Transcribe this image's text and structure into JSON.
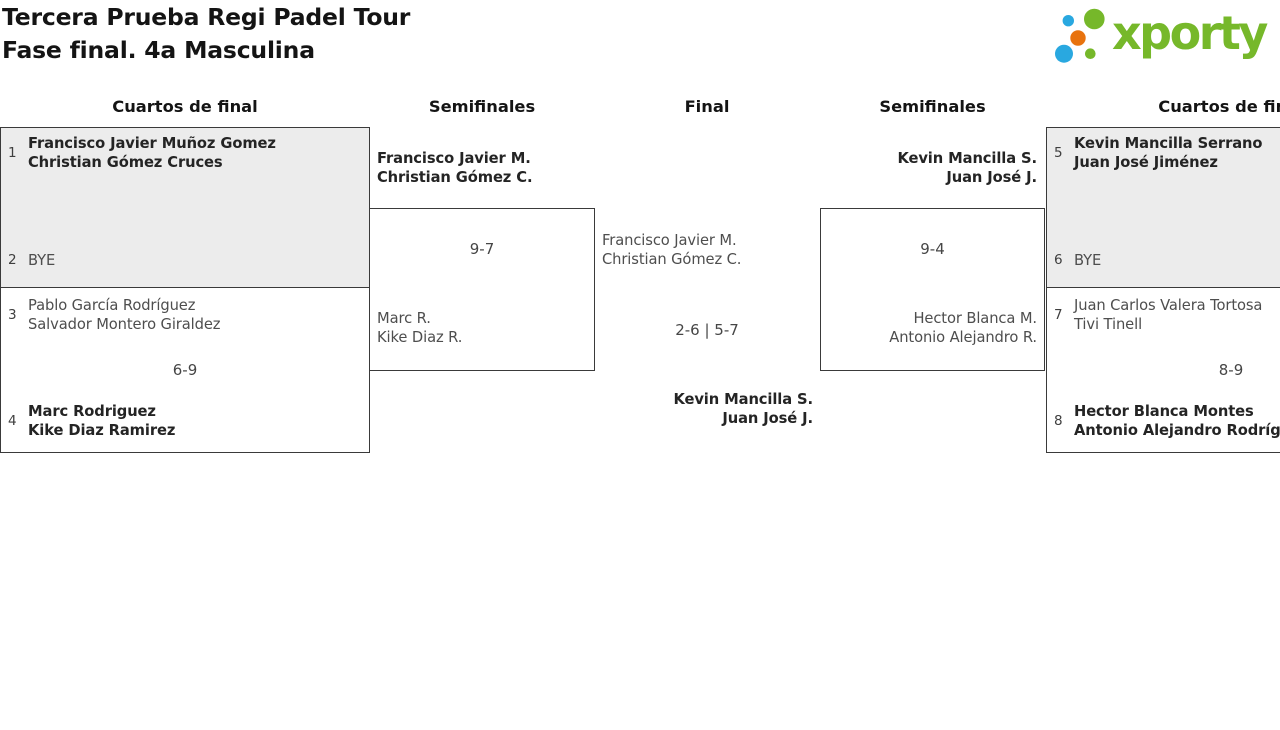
{
  "title": {
    "line1": "Tercera Prueba Regi Padel Tour",
    "line2": "Fase final. 4a Masculina"
  },
  "logo": {
    "wordmark": "xporty",
    "colors": {
      "green": "#76b82a",
      "blue": "#29a8e0",
      "orange": "#e8730e"
    }
  },
  "rounds": [
    "Cuartos de final",
    "Semifinales",
    "Final",
    "Semifinales",
    "Cuartos de final"
  ],
  "matches": {
    "qf_left_1": {
      "seed_a": "1",
      "a1": "Francisco Javier Muñoz Gomez",
      "a2": "Christian Gómez Cruces",
      "seed_b": "2",
      "b1": "BYE",
      "winner": "a"
    },
    "qf_left_2": {
      "seed_a": "3",
      "a1": "Pablo García Rodríguez",
      "a2": "Salvador Montero Giraldez",
      "seed_b": "4",
      "b1": "Marc Rodriguez",
      "b2": "Kike Diaz Ramirez",
      "score": "6-9",
      "winner": "b"
    },
    "sf_left": {
      "a1": "Francisco Javier M.",
      "a2": "Christian Gómez C.",
      "b1": "Marc R.",
      "b2": "Kike Diaz R.",
      "score": "9-7",
      "winner": "a"
    },
    "final": {
      "a1": "Francisco Javier M.",
      "a2": "Christian Gómez C.",
      "b1": "Kevin Mancilla S.",
      "b2": "Juan José J.",
      "score": "2-6 | 5-7",
      "winner": "b"
    },
    "sf_right": {
      "a1": "Kevin Mancilla S.",
      "a2": "Juan José J.",
      "b1": "Hector Blanca M.",
      "b2": "Antonio Alejandro R.",
      "score": "9-4",
      "winner": "a"
    },
    "qf_right_1": {
      "seed_a": "5",
      "a1": "Kevin Mancilla Serrano",
      "a2": "Juan José Jiménez",
      "seed_b": "6",
      "b1": "BYE",
      "winner": "a"
    },
    "qf_right_2": {
      "seed_a": "7",
      "a1": "Juan Carlos Valera Tortosa",
      "a2": "Tivi Tinell",
      "seed_b": "8",
      "b1": "Hector Blanca Montes",
      "b2": "Antonio Alejandro Rodríguez",
      "score": "8-9",
      "winner": "b"
    }
  }
}
